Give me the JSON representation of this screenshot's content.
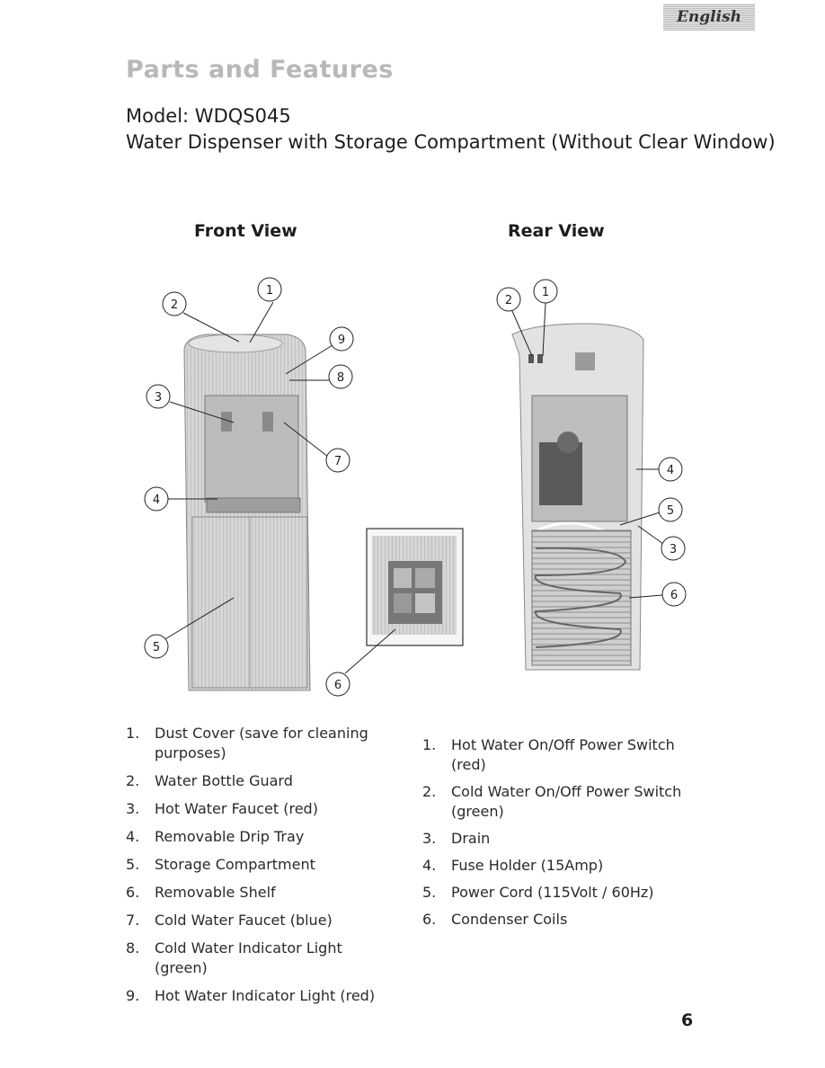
{
  "header": {
    "language_tab": "English",
    "title": "Parts and Features",
    "model": "Model: WDQS045",
    "subtitle": "Water Dispenser with Storage Compartment (Without Clear Window)"
  },
  "views": {
    "front": {
      "title": "Front View",
      "callouts": [
        "1",
        "2",
        "3",
        "4",
        "5",
        "6",
        "7",
        "8",
        "9"
      ],
      "parts": [
        {
          "num": "1.",
          "label": "Dust Cover (save for cleaning purposes)"
        },
        {
          "num": "2.",
          "label": "Water Bottle Guard"
        },
        {
          "num": "3.",
          "label": "Hot Water Faucet (red)"
        },
        {
          "num": "4.",
          "label": "Removable Drip Tray"
        },
        {
          "num": "5.",
          "label": "Storage Compartment"
        },
        {
          "num": "6.",
          "label": "Removable Shelf"
        },
        {
          "num": "7.",
          "label": "Cold Water Faucet (blue)"
        },
        {
          "num": "8.",
          "label": "Cold Water Indicator Light (green)"
        },
        {
          "num": "9.",
          "label": "Hot Water Indicator Light (red)"
        }
      ]
    },
    "rear": {
      "title": "Rear View",
      "callouts": [
        "1",
        "2",
        "3",
        "4",
        "5",
        "6"
      ],
      "parts": [
        {
          "num": "1.",
          "label": "Hot Water On/Off Power Switch (red)"
        },
        {
          "num": "2.",
          "label": "Cold Water On/Off Power Switch (green)"
        },
        {
          "num": "3.",
          "label": "Drain"
        },
        {
          "num": "4.",
          "label": "Fuse Holder (15Amp)"
        },
        {
          "num": "5.",
          "label": "Power Cord (115Volt / 60Hz)"
        },
        {
          "num": "6.",
          "label": "Condenser Coils"
        }
      ]
    }
  },
  "page_number": "6"
}
